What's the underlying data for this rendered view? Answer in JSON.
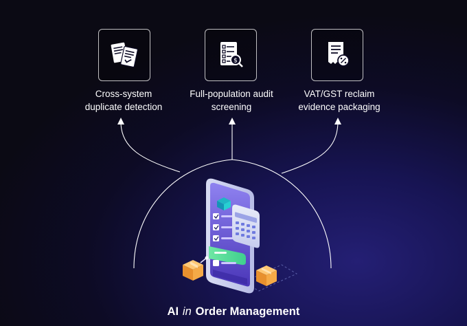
{
  "features": [
    {
      "line1": "Cross-system",
      "line2": "duplicate detection",
      "icon": "documents-copy-icon"
    },
    {
      "line1": "Full-population audit",
      "line2": "screening",
      "icon": "checklist-audit-icon"
    },
    {
      "line1": "VAT/GST reclaim",
      "line2": "evidence packaging",
      "icon": "receipt-percent-icon"
    }
  ],
  "title": {
    "prefix": "AI",
    "italic": "in",
    "suffix": "Order Management"
  },
  "colors": {
    "background": "#0b0a14",
    "accent_blue": "#241f74",
    "phone_screen": "#5b49c9",
    "check_green": "#6ee7a4",
    "box_orange": "#f0a64a"
  }
}
